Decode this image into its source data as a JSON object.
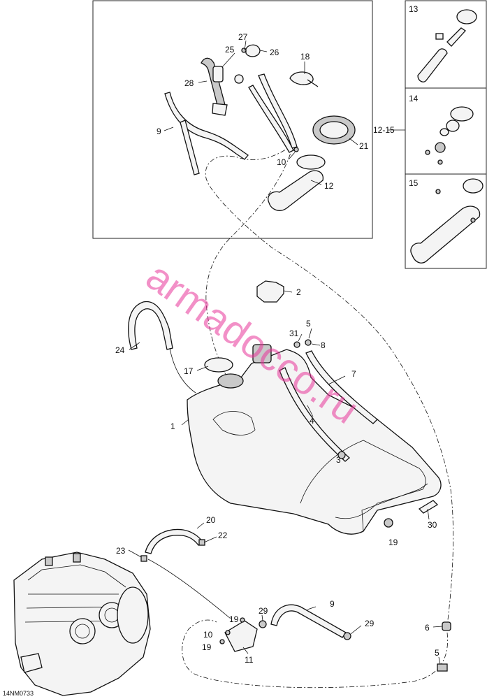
{
  "diagram": {
    "watermark": "armadocco.ru",
    "drawing_code": "14NM0733",
    "callouts": {
      "c1": "1",
      "c2": "2",
      "c3": "3",
      "c4": "4",
      "c5a": "5",
      "c5b": "5",
      "c6": "6",
      "c7": "7",
      "c8": "8",
      "c9a": "9",
      "c9b": "9",
      "c10a": "10",
      "c10b": "10",
      "c11": "11",
      "c12": "12",
      "c13": "13",
      "c14": "14",
      "c15": "15",
      "c1215": "12-15",
      "c17": "17",
      "c18": "18",
      "c19a": "19",
      "c19b": "19",
      "c19c": "19",
      "c20": "20",
      "c21": "21",
      "c22": "22",
      "c23": "23",
      "c24": "24",
      "c25": "25",
      "c26": "26",
      "c27": "27",
      "c28": "28",
      "c29a": "29",
      "c29b": "29",
      "c30": "30",
      "c31": "31"
    }
  }
}
